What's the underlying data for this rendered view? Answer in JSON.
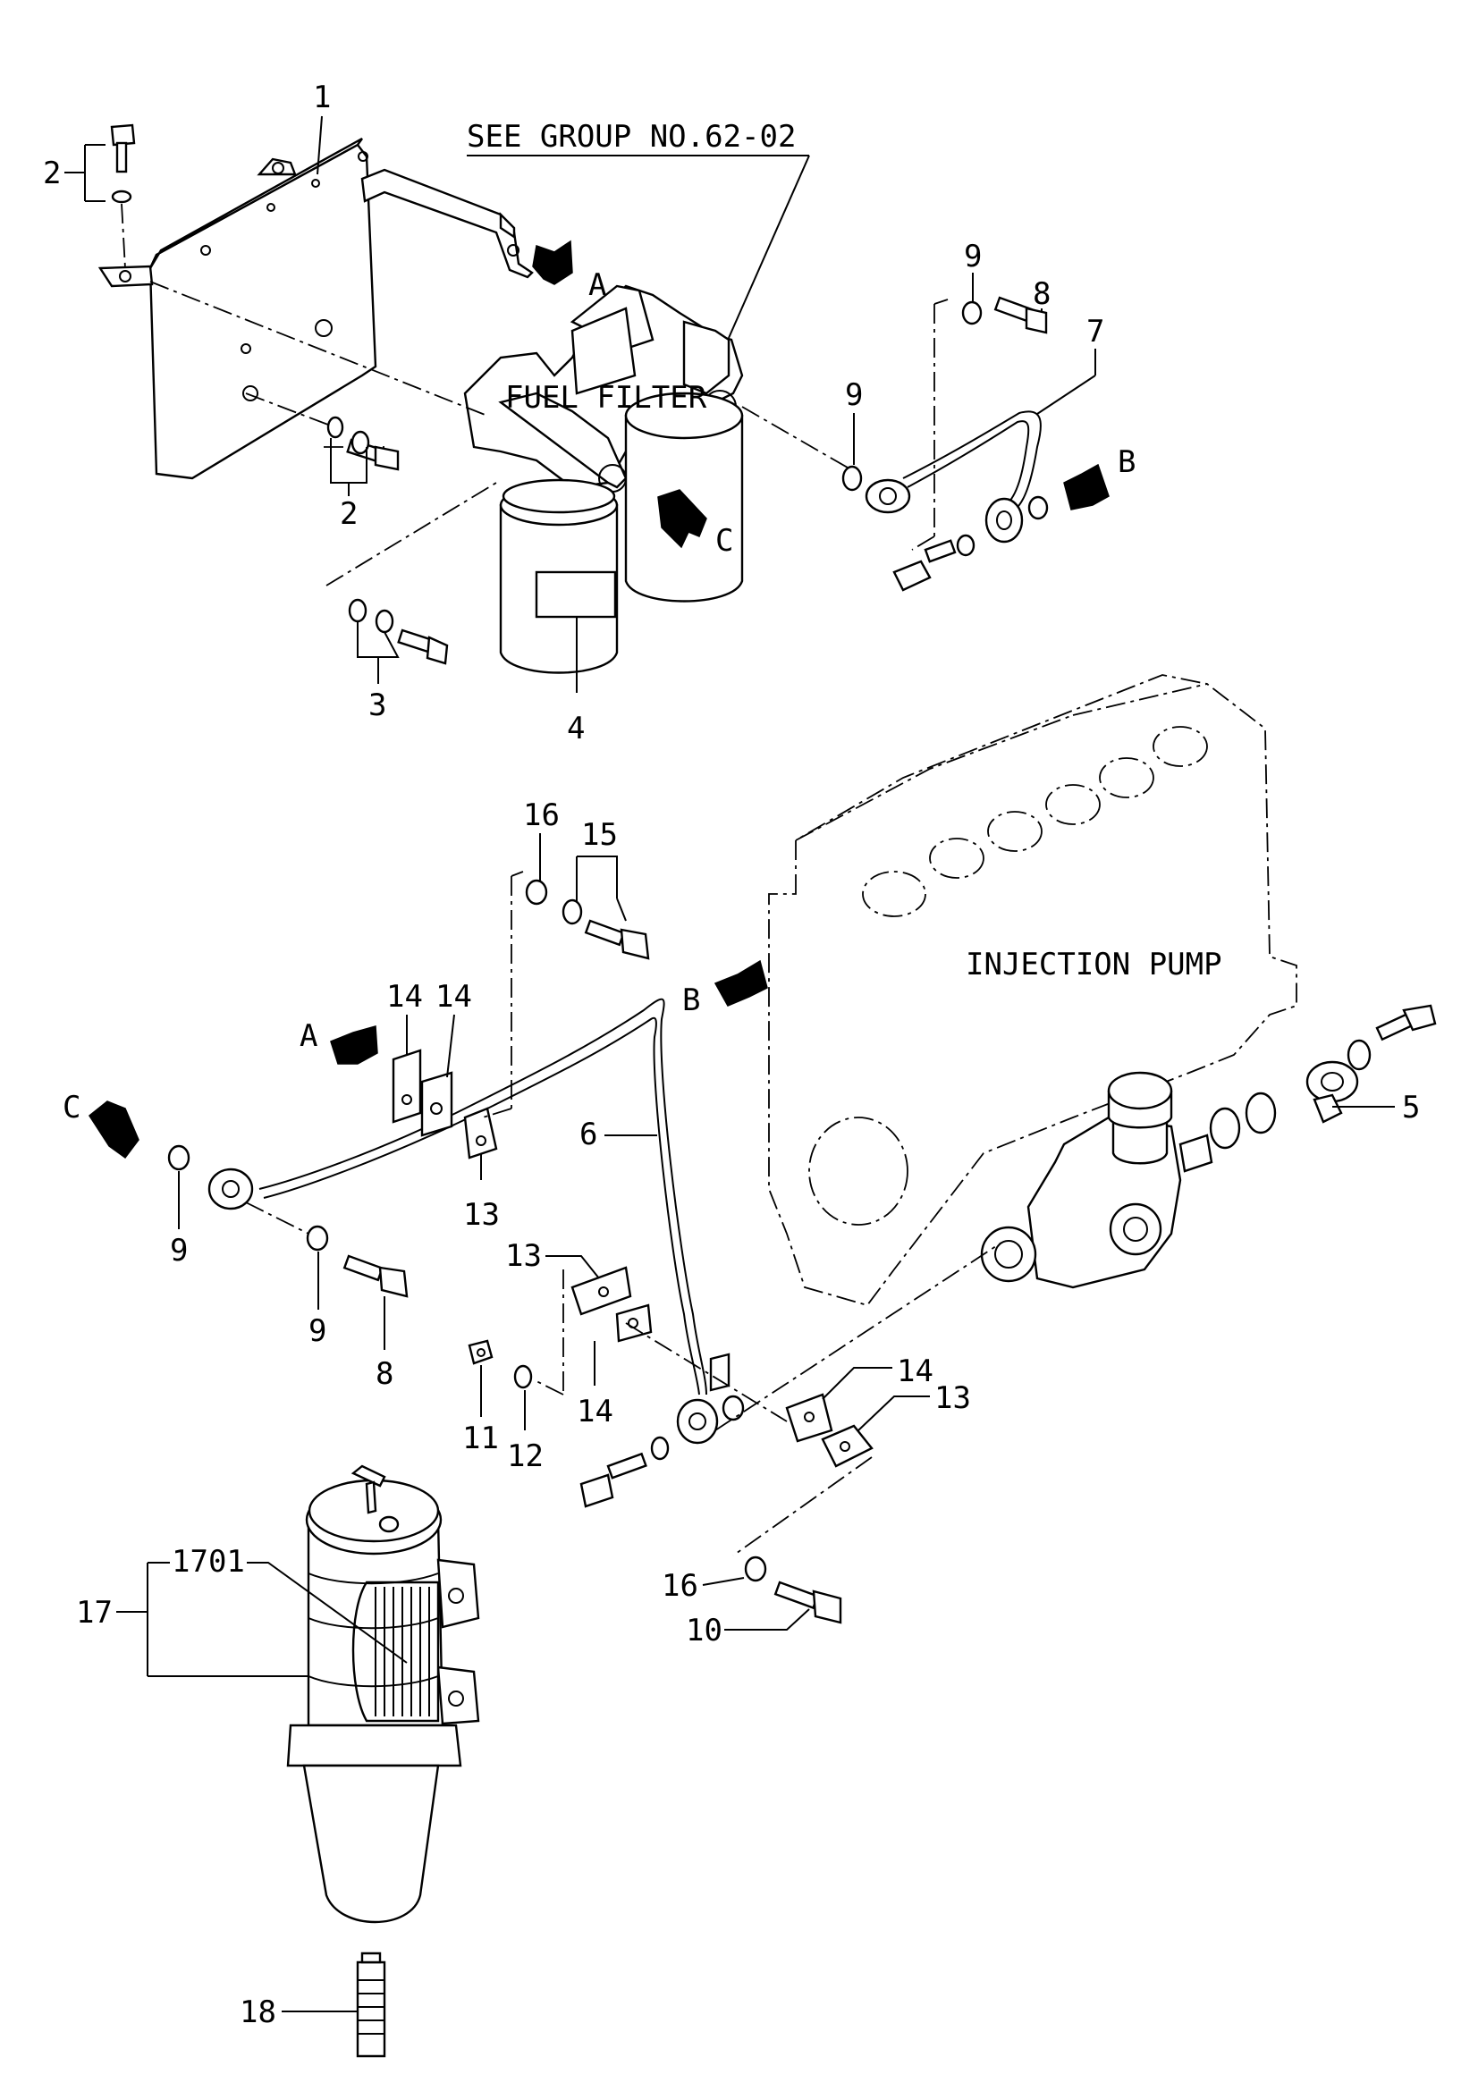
{
  "notes": {
    "see_group": "SEE GROUP NO.62-02",
    "fuel_filter": "FUEL FILTER",
    "injection_pump": "INJECTION PUMP"
  },
  "arrows": {
    "a_top": "A",
    "b_top": "B",
    "c_top": "C",
    "a_mid": "A",
    "b_mid": "B",
    "c_mid": "C"
  },
  "callouts": {
    "p1": "1",
    "p2a": "2",
    "p2b": "2",
    "p3": "3",
    "p4": "4",
    "p5": "5",
    "p6": "6",
    "p7": "7",
    "p8a": "8",
    "p8b": "8",
    "p9a": "9",
    "p9b": "9",
    "p9c": "9",
    "p9d": "9",
    "p10": "10",
    "p11": "11",
    "p12": "12",
    "p13a": "13",
    "p13b": "13",
    "p13c": "13",
    "p14a": "14",
    "p14b": "14",
    "p14c": "14",
    "p14d": "14",
    "p15": "15",
    "p16a": "16",
    "p16b": "16",
    "p17": "17",
    "p1701": "1701",
    "p18": "18"
  }
}
